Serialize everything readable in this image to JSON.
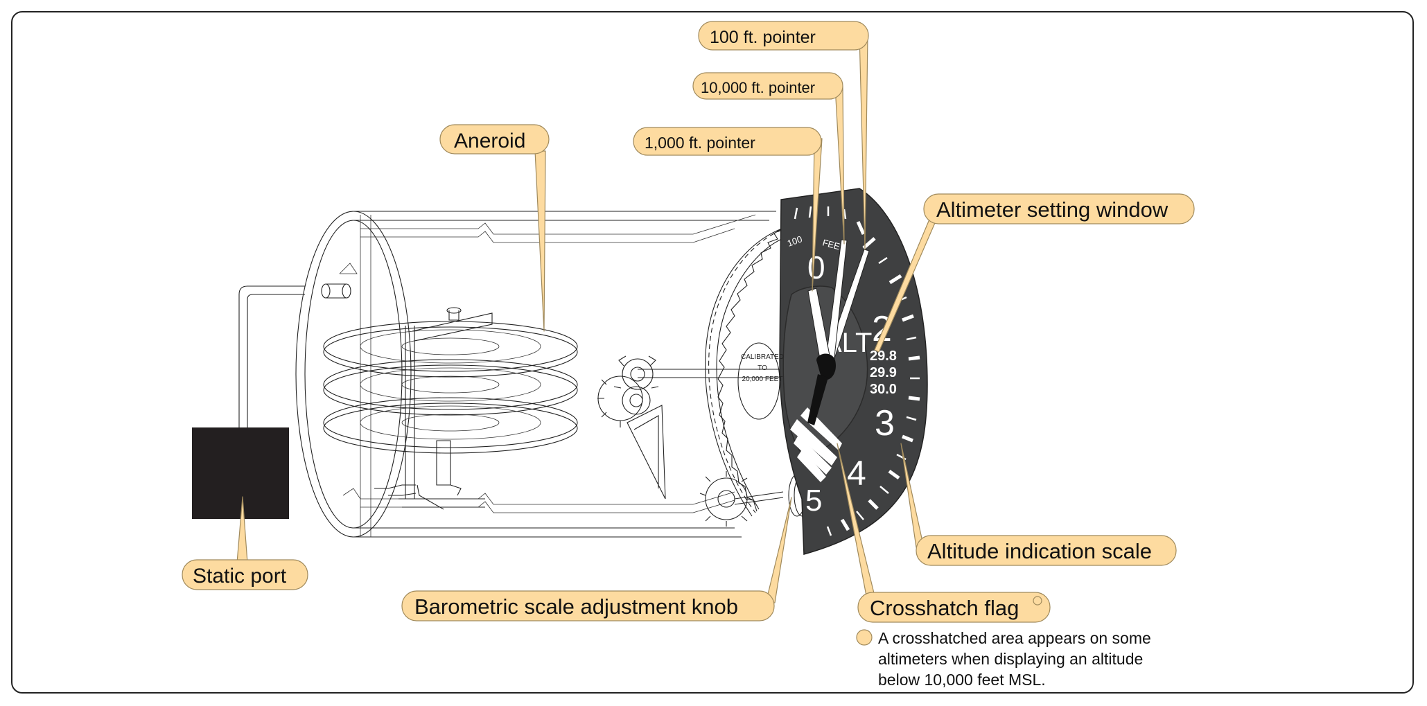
{
  "callouts": {
    "hundred_pointer": "100 ft. pointer",
    "ten_thousand_pointer": "10,000 ft. pointer",
    "thousand_pointer": "1,000 ft. pointer",
    "aneroid": "Aneroid",
    "altimeter_setting_window": "Altimeter setting window",
    "altitude_indication_scale": "Altitude indication scale",
    "static_port": "Static port",
    "barometric_knob": "Barometric scale adjustment knob",
    "crosshatch_flag": "Crosshatch flag"
  },
  "note": {
    "line1": "A crosshatched area appears on some",
    "line2": "altimeters when displaying an altitude",
    "line3": "below 10,000 feet MSL."
  },
  "dial": {
    "num_0": "0",
    "num_2": "2",
    "num_3": "3",
    "num_4": "4",
    "num_5": "5",
    "label_100": "100",
    "label_feet": "FEET",
    "label_alt": "ALT",
    "setting_1": "29.8",
    "setting_2": "29.9",
    "setting_3": "30.0",
    "calib_1": "CALIBRATED",
    "calib_2": "TO",
    "calib_3": "20,000 FEET"
  },
  "colors": {
    "callout_fill": "#fddba0",
    "dial_face": "#3f4041",
    "static_port_block": "#231f20"
  }
}
